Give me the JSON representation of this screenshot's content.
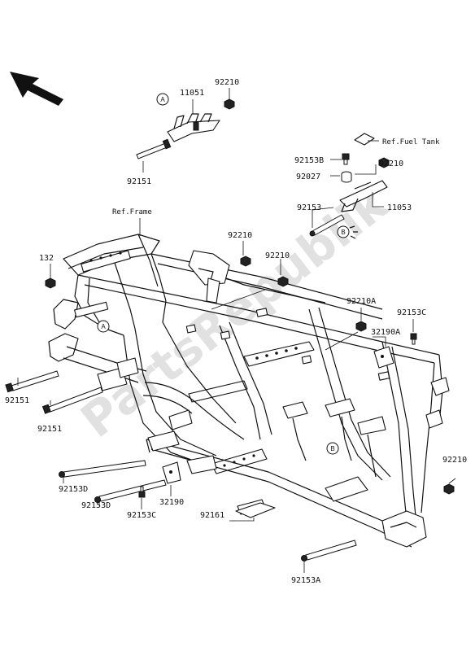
{
  "watermark": "PartsRepublik",
  "labels": {
    "p11051": "11051",
    "p92210_top": "92210",
    "p92151_top": "92151",
    "ref_fuel_tank": "Ref.Fuel Tank",
    "p92153B": "92153B",
    "p92027": "92027",
    "p92210_right": "92210",
    "p92153": "92153",
    "p11053": "11053",
    "ref_frame": "Ref.Frame",
    "p92210_mid1": "92210",
    "p92210_mid2": "92210",
    "p132": "132",
    "p92210A": "92210A",
    "p92153C_right": "92153C",
    "p32190A": "32190A",
    "p92151_left1": "92151",
    "p92151_left2": "92151",
    "p92153D_1": "92153D",
    "p92153D_2": "92153D",
    "p92153C_low": "92153C",
    "p32190": "32190",
    "p92161": "92161",
    "p92210_low": "92210",
    "p92153A": "92153A"
  },
  "callouts": {
    "A_top": "A",
    "B_top": "B",
    "A_frame": "A",
    "B_frame": "B"
  },
  "icons": {
    "direction": "front-direction-arrow-icon"
  }
}
